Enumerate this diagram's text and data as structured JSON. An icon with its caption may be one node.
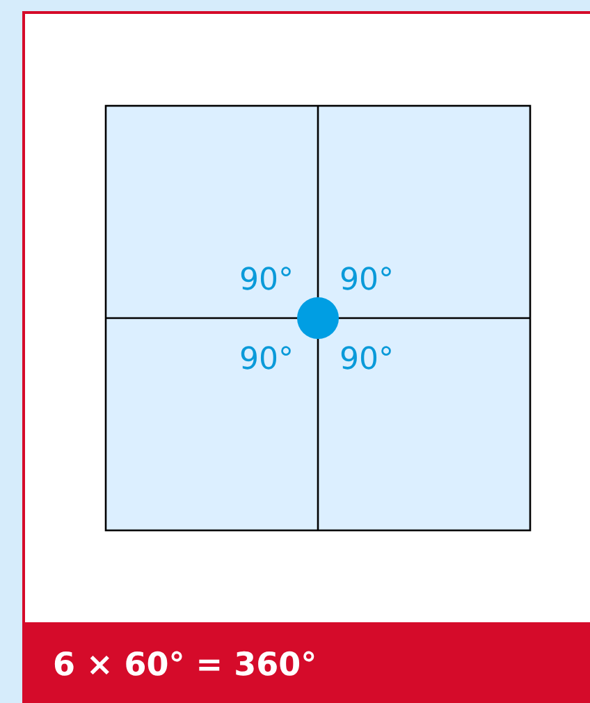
{
  "diagram": {
    "caption": "6 × 60° = 360°",
    "labels": [
      "90°",
      "90°",
      "90°",
      "90°"
    ]
  }
}
